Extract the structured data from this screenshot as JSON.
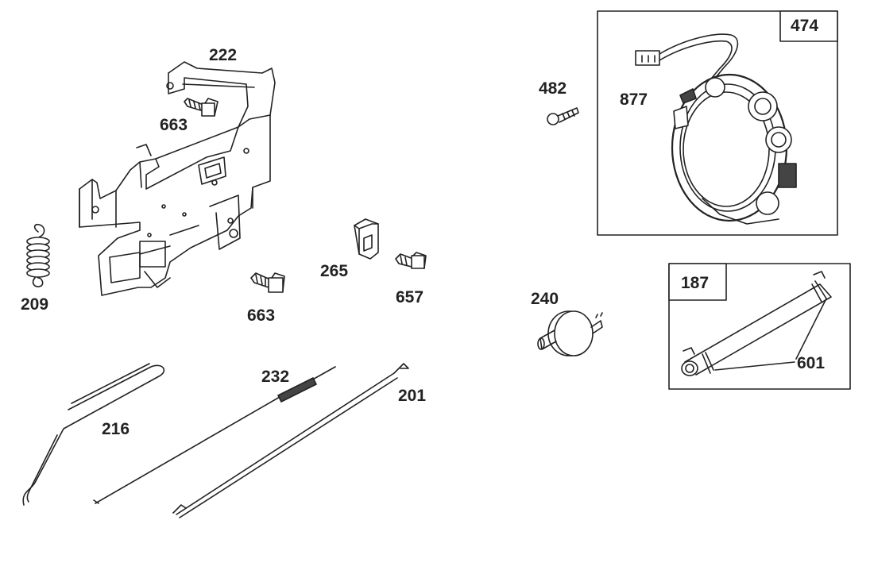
{
  "parts": {
    "p222": "222",
    "p663a": "663",
    "p663b": "663",
    "p209": "209",
    "p265": "265",
    "p657": "657",
    "p216": "216",
    "p232": "232",
    "p201": "201",
    "p482": "482",
    "p877": "877",
    "p474": "474",
    "p240": "240",
    "p187": "187",
    "p601": "601"
  }
}
